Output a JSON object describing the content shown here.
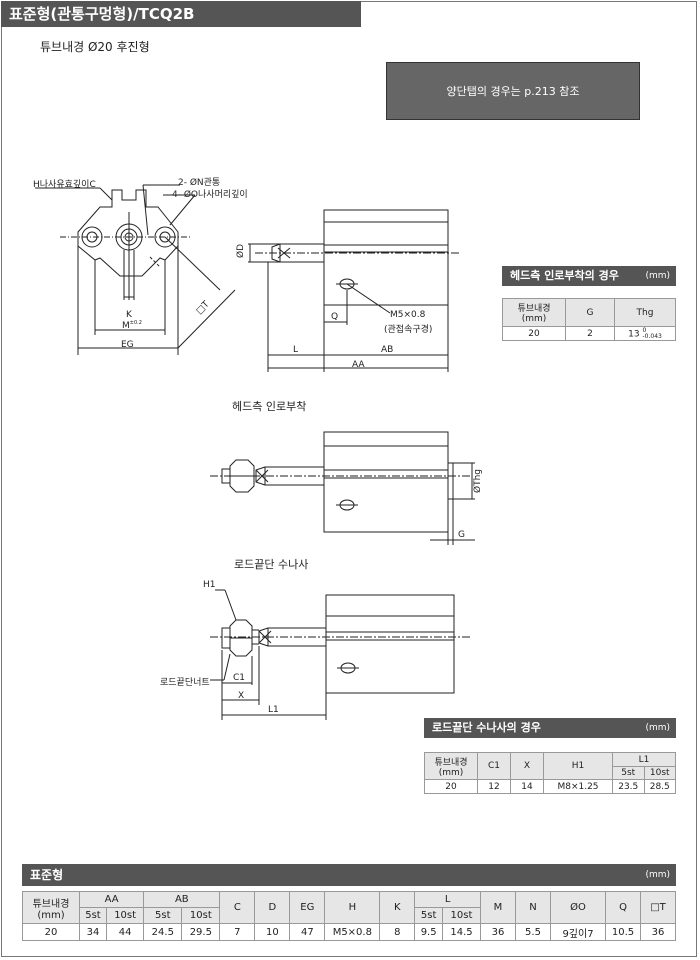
{
  "header": {
    "title": "표준형(관통구멍형)/TCQ2B"
  },
  "subtitle": "튜브내경  Ø20 후진형",
  "notice": "양단탭의 경우는 p.213 참조",
  "drawing": {
    "labels": {
      "hex_depth": "H나사유효깊이C",
      "thru_hole": "2- ØN관통",
      "cbore": "4- ØO나사머리깊이",
      "k": "K",
      "m": "M",
      "m_tol": "±0.2",
      "eg": "EG",
      "t": "□T",
      "d": "ØD",
      "port": "M5×0.8",
      "port_note": "(관접속구경)",
      "q": "Q",
      "l": "L",
      "ab": "AB",
      "aa": "AA",
      "thg": "ØThg",
      "g": "G",
      "h1": "H1",
      "rod_nut": "로드끝단너트",
      "c1": "C1",
      "x": "X",
      "l1": "L1"
    },
    "captions": {
      "head_female": "헤드측 인로부착",
      "rod_male": "로드끝단 수나사"
    }
  },
  "head_table": {
    "title": "헤드측 인로부착의 경우",
    "unit": "(mm)",
    "columns": [
      "튜브내경\n(mm)",
      "G",
      "Thg"
    ],
    "rows": [
      [
        "20",
        "2",
        "13"
      ]
    ],
    "thg_tol_upper": "0",
    "thg_tol_lower": "-0.043"
  },
  "rod_table": {
    "title": "로드끝단 수나사의 경우",
    "unit": "(mm)",
    "col_bore": "튜브내경\n(mm)",
    "col_c1": "C1",
    "col_x": "X",
    "col_h1": "H1",
    "col_l1": "L1",
    "sub_5st": "5st",
    "sub_10st": "10st",
    "row": [
      "20",
      "12",
      "14",
      "M8×1.25",
      "23.5",
      "28.5"
    ]
  },
  "std_table": {
    "title": "표준형",
    "unit": "(mm)",
    "col_bore": "튜브내경\n(mm)",
    "groups": {
      "aa": "AA",
      "ab": "AB",
      "l": "L"
    },
    "singles": {
      "c": "C",
      "d": "D",
      "eg": "EG",
      "h": "H",
      "k": "K",
      "m": "M",
      "n": "N",
      "o": "ØO",
      "q": "Q",
      "t": "□T"
    },
    "sub_5st": "5st",
    "sub_10st": "10st",
    "row": [
      "20",
      "34",
      "44",
      "24.5",
      "29.5",
      "7",
      "10",
      "47",
      "M5×0.8",
      "8",
      "9.5",
      "14.5",
      "36",
      "5.5",
      "9깊이7",
      "10.5",
      "36"
    ]
  }
}
